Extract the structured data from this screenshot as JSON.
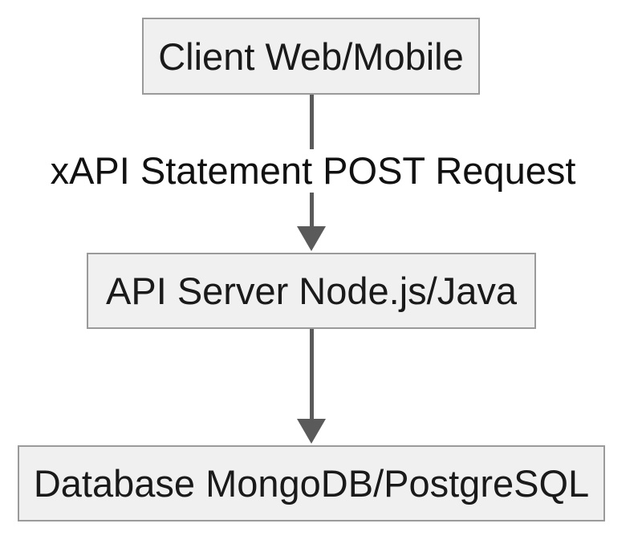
{
  "diagram": {
    "type": "flowchart",
    "direction": "top-down",
    "nodes": [
      {
        "id": "client",
        "label": "Client Web/Mobile"
      },
      {
        "id": "api",
        "label": "API Server Node.js/Java"
      },
      {
        "id": "db",
        "label": "Database MongoDB/PostgreSQL"
      }
    ],
    "edges": [
      {
        "from": "client",
        "to": "api",
        "label": "xAPI Statement POST Request",
        "arrow": "down"
      },
      {
        "from": "api",
        "to": "db",
        "label": "",
        "arrow": "down"
      }
    ]
  },
  "colors": {
    "canvas-bg": "#ffffff",
    "node-fill": "#f0f0f0",
    "node-border": "#9a9a9a",
    "node-text": "#1a1a1a",
    "edge": "#5a5a5a",
    "label-bg": "#ffffff",
    "label-text": "#111111"
  }
}
